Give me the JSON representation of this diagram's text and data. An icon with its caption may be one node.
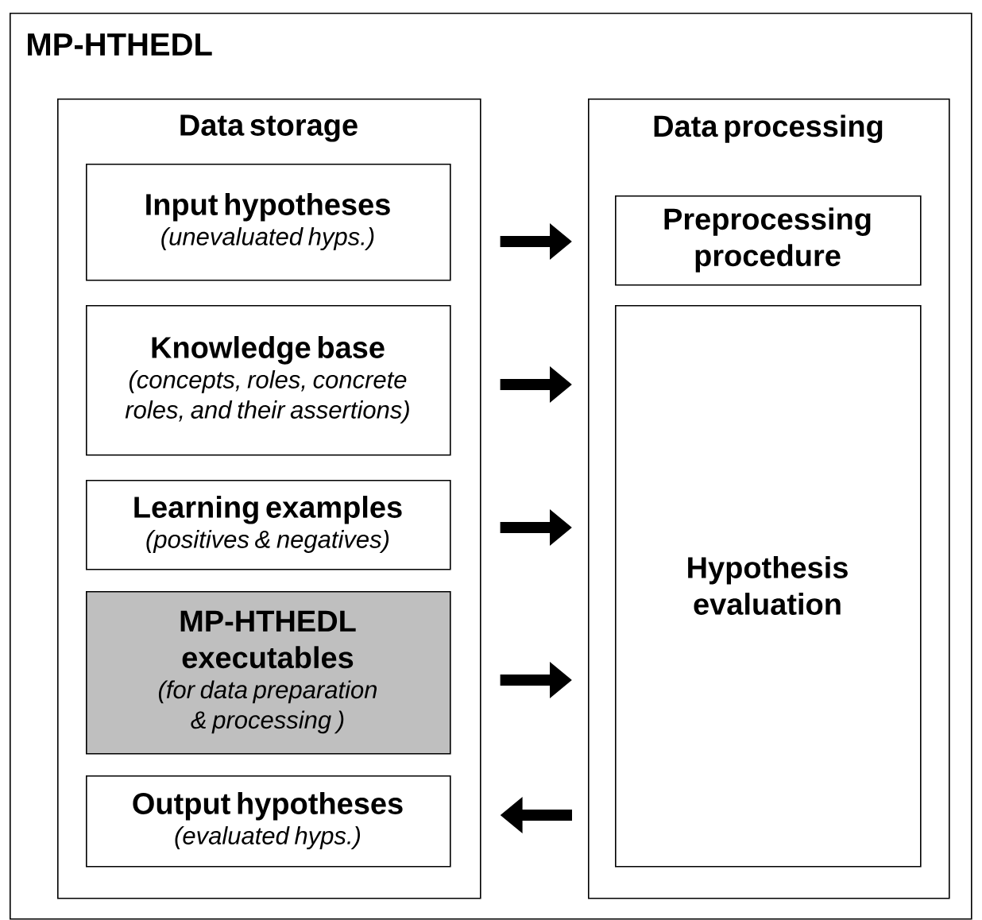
{
  "diagram": {
    "nodes": [
      {
        "text": [
          "MP-HTHEDL"
        ]
      },
      {
        "text": [
          "Data storage"
        ],
        "in": 0
      },
      {
        "text": [
          "Input hypotheses",
          "(unevaluated hyps.)"
        ],
        "in": 1
      },
      {
        "text": [
          "Knowledge base",
          "(concepts, roles, concrete roles, and their assertions)"
        ],
        "in": 1
      },
      {
        "text": [
          "Learning examples",
          "(positives & negatives)"
        ],
        "in": 1
      },
      {
        "text": [
          "MP-HTHEDL executables",
          "(for data preparation & processing )"
        ],
        "in": 1
      },
      {
        "text": [
          "Output hypotheses",
          "(evaluated hyps.)"
        ],
        "in": 1
      },
      {
        "text": [
          "Data processing"
        ],
        "in": 0
      },
      {
        "text": [
          "Preprocessing procedure"
        ],
        "in": 7
      },
      {
        "text": [
          "Hypothesis evaluation"
        ],
        "in": 7
      }
    ],
    "edges": [
      {
        "from": 2,
        "to": 8,
        "arrow": "to"
      },
      {
        "from": 3,
        "to": 9,
        "arrow": "to"
      },
      {
        "from": 4,
        "to": 9,
        "arrow": "to"
      },
      {
        "from": 5,
        "to": 9,
        "arrow": "to"
      },
      {
        "from": 9,
        "to": 6,
        "arrow": "to"
      }
    ]
  }
}
